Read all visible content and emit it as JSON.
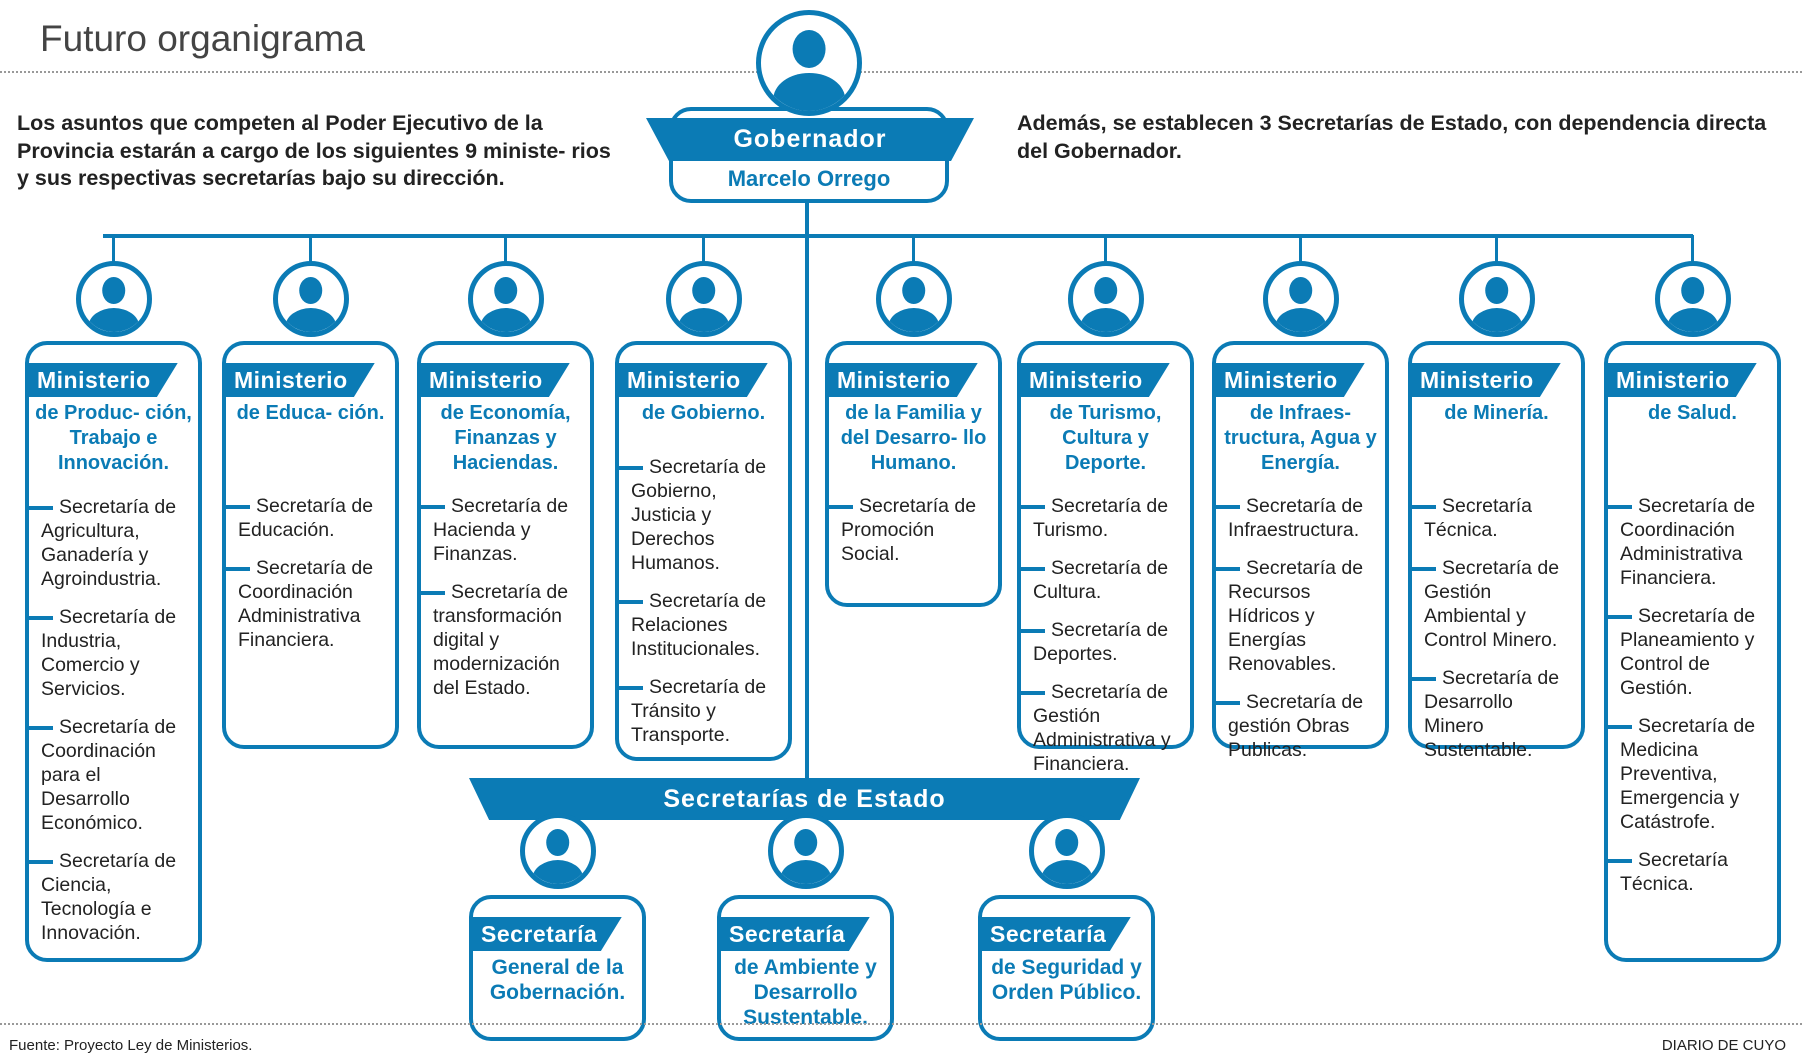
{
  "header": {
    "title": "Futuro organigrama",
    "intro_left": "Los asuntos que competen al Poder Ejecutivo de la Provincia estarán a cargo de los siguientes 9 ministe- rios y sus respectivas secretarías bajo su dirección.",
    "intro_right": "Además, se establecen 3 Secretarías de Estado, con dependencia directa del Gobernador."
  },
  "governor": {
    "label": "Gobernador",
    "name": "Marcelo Orrego"
  },
  "colors": {
    "accent": "#0b7bb5",
    "text": "#222222"
  },
  "icons": {
    "person": "person-avatar-icon"
  },
  "ministries": [
    {
      "label": "Ministerio",
      "title": "de Produc- ción, Trabajo e Innovación.",
      "secretarias": [
        "Secretaría de Agricultura, Ganadería y Agroindustria.",
        "Secretaría de Industria, Comercio y Servicios.",
        "Secretaría de Coordinación para el Desarrollo Económico.",
        "Secretaría de Ciencia, Tecnología e Innovación."
      ]
    },
    {
      "label": "Ministerio",
      "title": "de Educa- ción.",
      "secretarias": [
        "Secretaría de Educación.",
        "Secretaría de Coordinación Administrativa Financiera."
      ]
    },
    {
      "label": "Ministerio",
      "title": "de Economía, Finanzas y Haciendas.",
      "secretarias": [
        "Secretaría de Hacienda y Finanzas.",
        "Secretaría de transformación digital y modernización del Estado."
      ]
    },
    {
      "label": "Ministerio",
      "title": "de Gobierno.",
      "secretarias": [
        "Secretaría de Gobierno, Justicia y Derechos Humanos.",
        "Secretaría de Relaciones Institucionales.",
        "Secretaría de Tránsito y Transporte."
      ]
    },
    {
      "label": "Ministerio",
      "title": "de la Familia y del Desarro- llo Humano.",
      "secretarias": [
        "Secretaría de Promoción Social."
      ]
    },
    {
      "label": "Ministerio",
      "title": "de Turismo, Cultura y Deporte.",
      "secretarias": [
        "Secretaría de Turismo.",
        "Secretaría de Cultura.",
        "Secretaría de Deportes.",
        "Secretaría de Gestión Administrativa y Financiera."
      ]
    },
    {
      "label": "Ministerio",
      "title": "de Infraes- tructura, Agua y Energía.",
      "secretarias": [
        "Secretaría de Infraestructura.",
        "Secretaría de Recursos Hídricos y Energías Renovables.",
        "Secretaría de gestión Obras Publicas."
      ]
    },
    {
      "label": "Ministerio",
      "title": "de Minería.",
      "secretarias": [
        "Secretaría Técnica.",
        "Secretaría de Gestión Ambiental y Control Minero.",
        "Secretaría de Desarrollo Minero Sustentable."
      ]
    },
    {
      "label": "Ministerio",
      "title": "de Salud.",
      "secretarias": [
        "Secretaría de Coordinación Administrativa Financiera.",
        "Secretaría de Planeamiento y Control de Gestión.",
        "Secretaría de Medicina Preventiva, Emergencia y Catástrofe.",
        "Secretaría Técnica."
      ]
    }
  ],
  "secretarias_estado": {
    "label": "Secretarías de Estado",
    "items": [
      {
        "label": "Secretaría",
        "title": "General de la Gobernación."
      },
      {
        "label": "Secretaría",
        "title": "de Ambiente y Desarrollo Sustentable."
      },
      {
        "label": "Secretaría",
        "title": "de Seguridad y Orden Público."
      }
    ]
  },
  "footer": {
    "source": "Fuente: Proyecto Ley de Ministerios.",
    "brand": "DIARIO DE CUYO"
  }
}
